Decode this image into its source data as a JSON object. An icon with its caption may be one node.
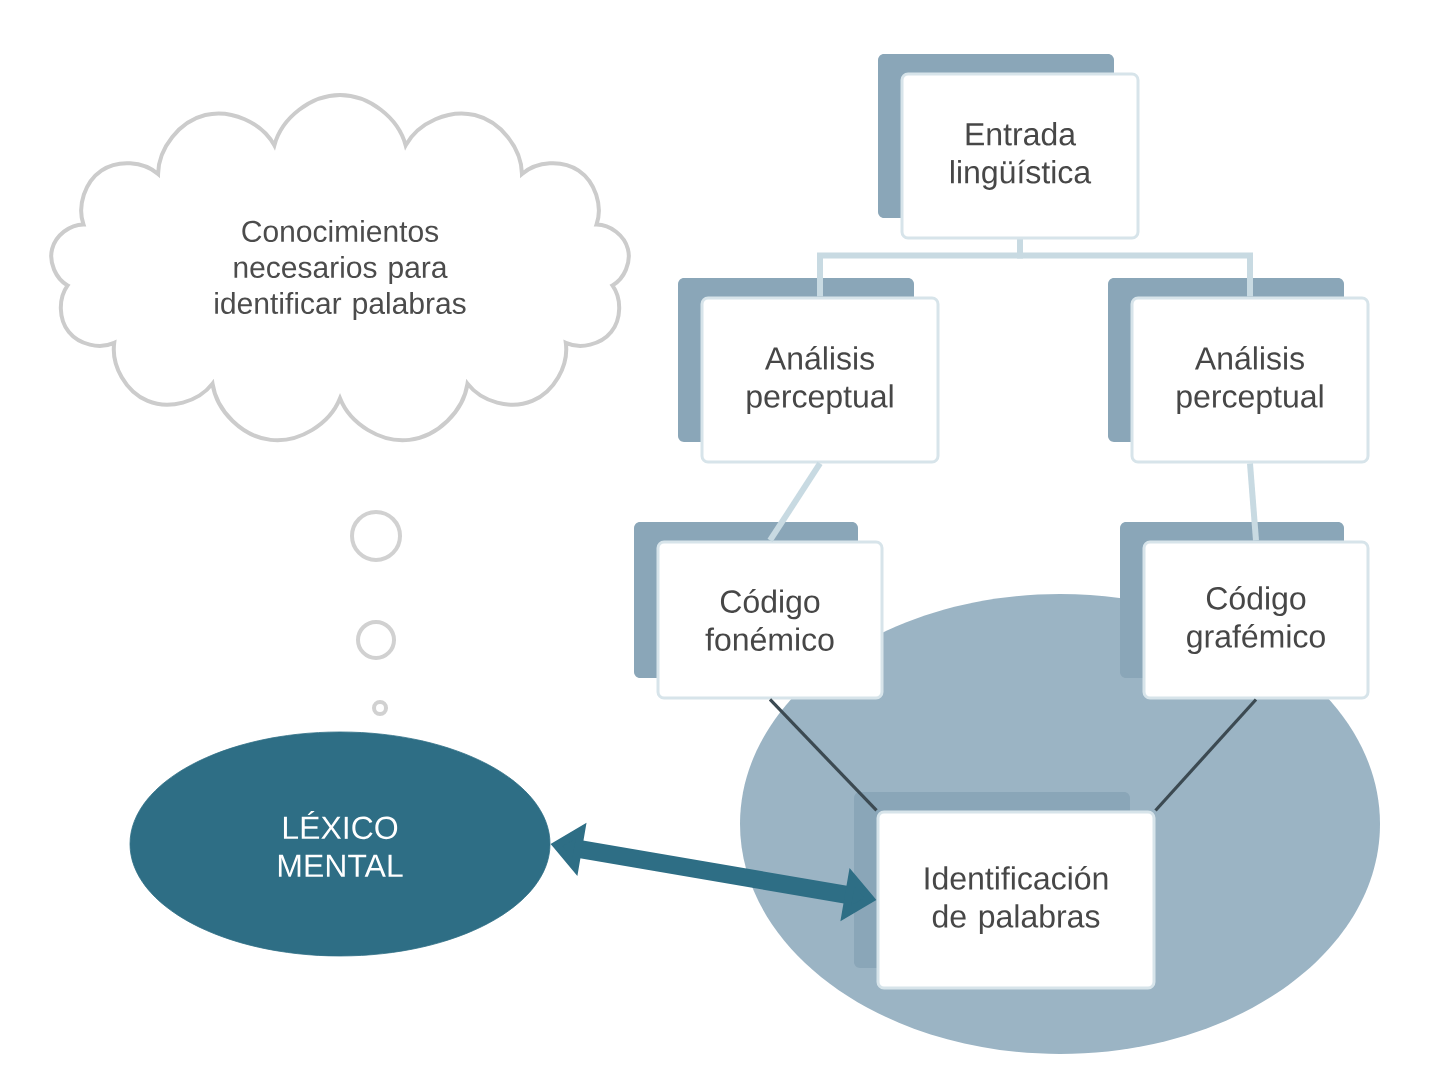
{
  "diagram": {
    "nodes": [
      {
        "text": [
          "Conocimientos necesarios para identificar palabras"
        ]
      },
      {
        "text": [
          "Entrada lingüística"
        ]
      },
      {
        "text": [
          "Análisis perceptual"
        ]
      },
      {
        "text": [
          "Análisis perceptual"
        ]
      },
      {
        "text": [],
        "shape": "circle"
      },
      {
        "text": [
          "Código fonémico"
        ]
      },
      {
        "text": [
          "Código grafémico"
        ]
      },
      {
        "text": [
          "LÉXICO MENTAL"
        ]
      },
      {
        "text": [
          "Identificación de palabras"
        ],
        "in": 4
      }
    ],
    "edges": [
      {
        "from": 1,
        "to": 2,
        "arrow": "none"
      },
      {
        "from": 1,
        "to": 3,
        "arrow": "none"
      },
      {
        "from": 2,
        "to": 5,
        "arrow": "none"
      },
      {
        "from": 3,
        "to": 6,
        "arrow": "none"
      },
      {
        "from": 5,
        "to": 8,
        "arrow": "none",
        "color": "#3c4a52"
      },
      {
        "from": 6,
        "to": 8,
        "arrow": "none",
        "color": "#3c4a52"
      },
      {
        "from": 7,
        "to": 8,
        "arrow": "both",
        "style": "thick",
        "color": "#2e6e85"
      }
    ]
  }
}
